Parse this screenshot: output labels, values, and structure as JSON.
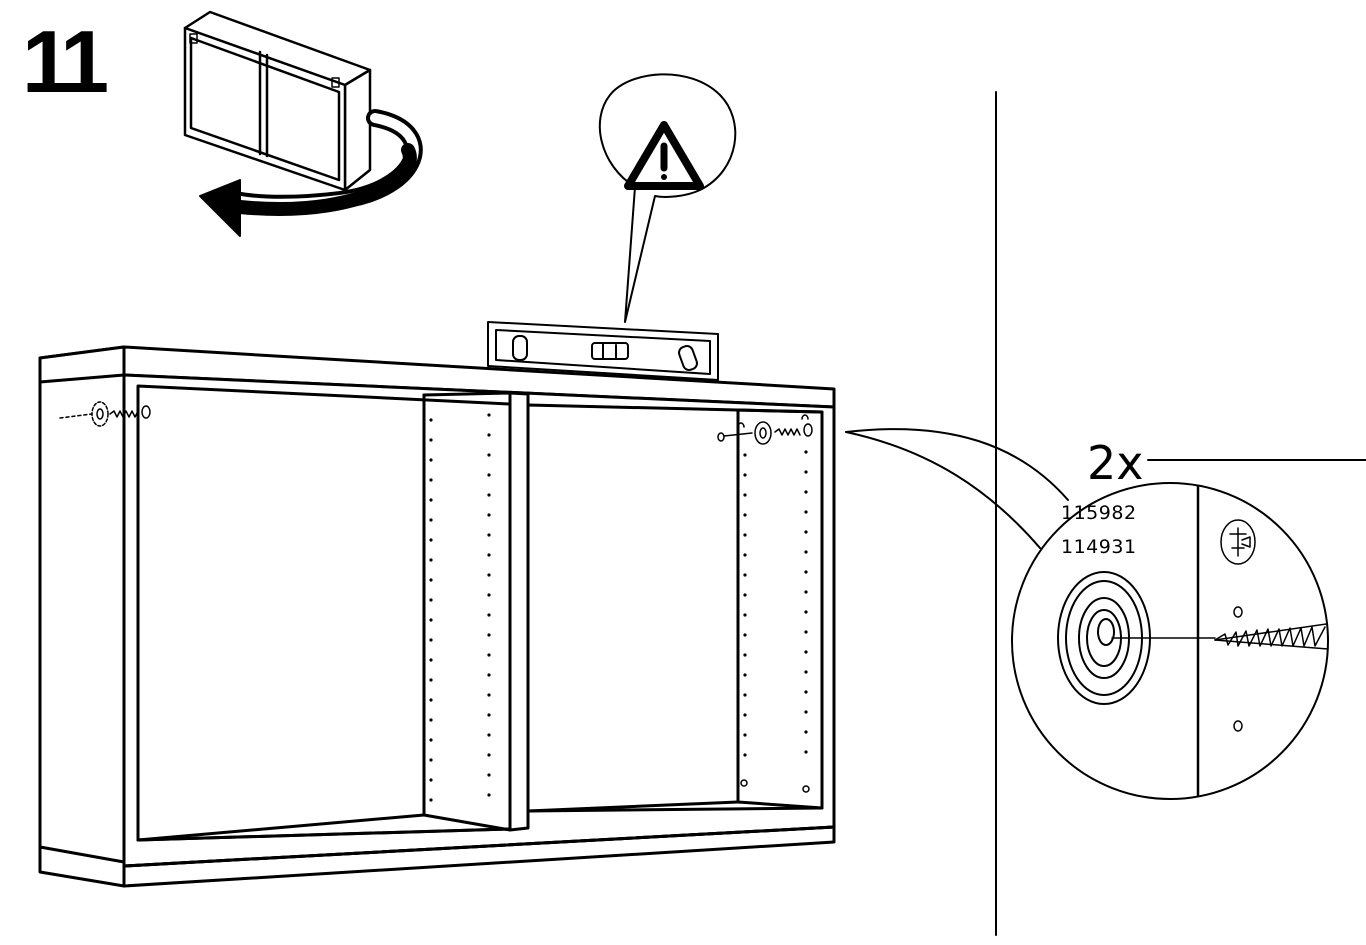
{
  "step": {
    "number": "11"
  },
  "hardware": {
    "quantity": "2x",
    "part_numbers": [
      "115982",
      "114931"
    ]
  },
  "icons": {
    "warning": "warning-triangle-icon",
    "rotate": "rotate-arrow-icon",
    "level": "spirit-level-icon"
  }
}
